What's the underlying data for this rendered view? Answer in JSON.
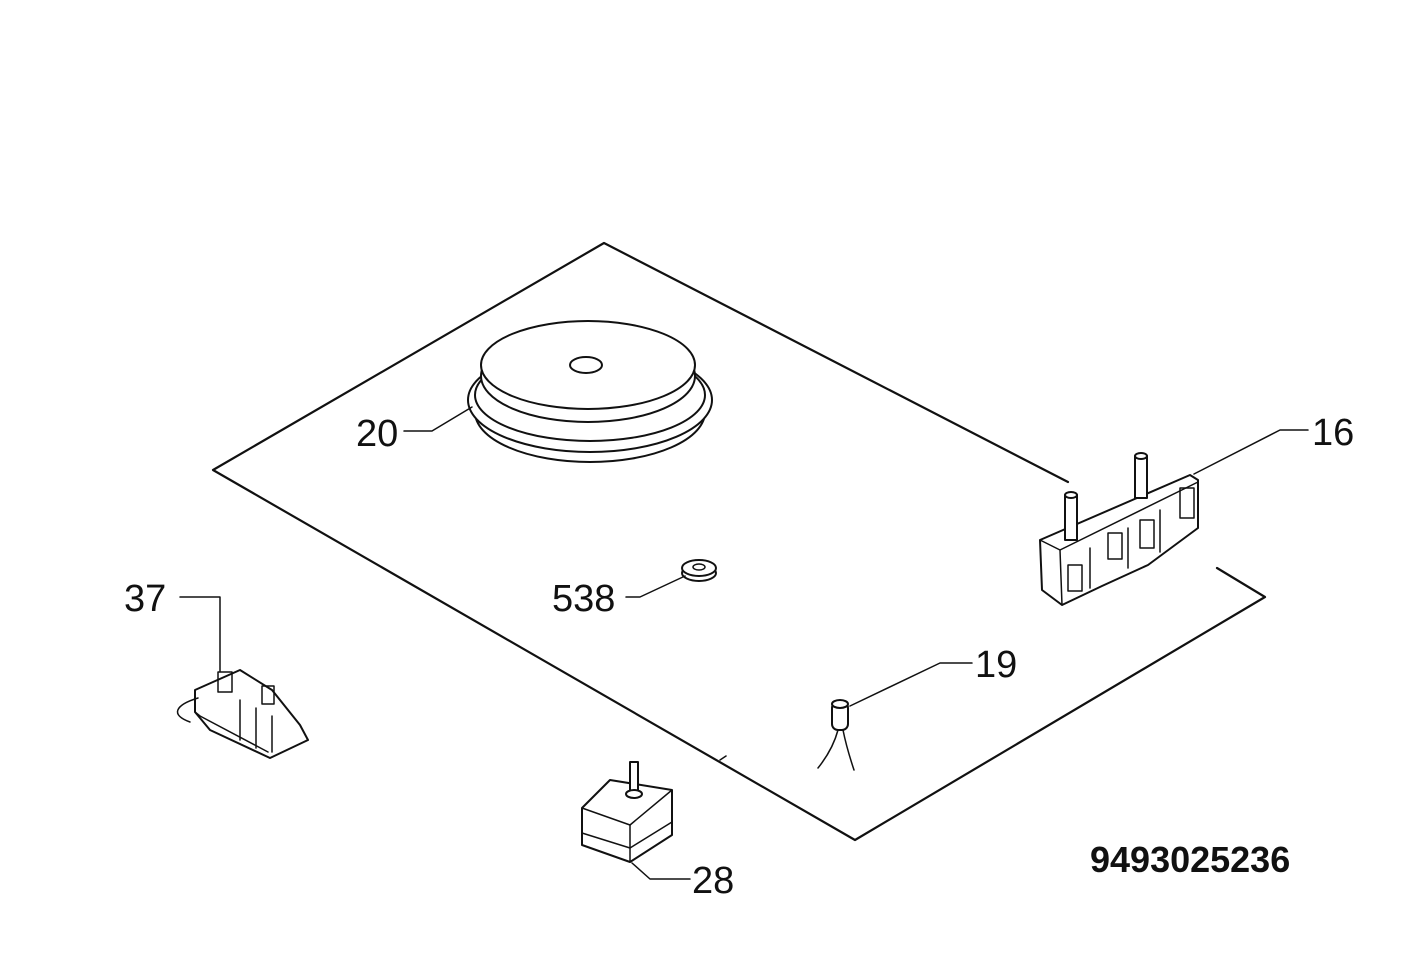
{
  "callouts": {
    "p20": "20",
    "p16": "16",
    "p37": "37",
    "p538": "538",
    "p19": "19",
    "p28": "28"
  },
  "drawing_code": "9493025236",
  "colors": {
    "line": "#111111",
    "background": "#ffffff"
  }
}
